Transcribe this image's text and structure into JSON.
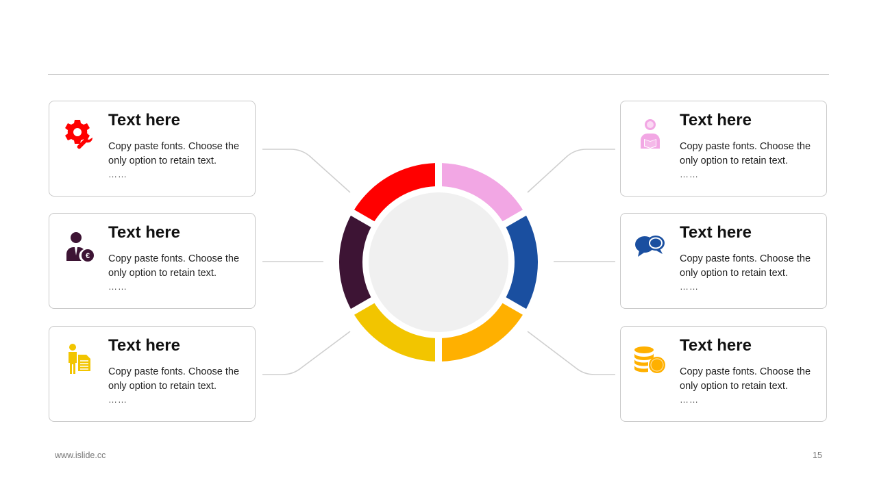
{
  "colors": {
    "red": "#ff0000",
    "pink": "#f2a7e4",
    "blue": "#1a4fa0",
    "orange": "#ffb000",
    "yellow": "#f2c500",
    "plum": "#3d1434",
    "center": "#f0f0f0",
    "line": "#cfcfcf"
  },
  "segments": [
    {
      "id": "red",
      "color": "#ff0000"
    },
    {
      "id": "pink",
      "color": "#f2a7e4"
    },
    {
      "id": "blue",
      "color": "#1a4fa0"
    },
    {
      "id": "orange",
      "color": "#ffb000"
    },
    {
      "id": "yellow",
      "color": "#f2c500"
    },
    {
      "id": "plum",
      "color": "#3d1434"
    }
  ],
  "cards": [
    {
      "title": "Text here",
      "body": "Copy paste fonts. Choose the only option to retain text.",
      "dots": "……",
      "icon": "gear-wrench-icon",
      "color": "#ff0000"
    },
    {
      "title": "Text here",
      "body": "Copy paste fonts. Choose the only option to retain text.",
      "dots": "……",
      "icon": "businessman-euro-icon",
      "color": "#3d1434"
    },
    {
      "title": "Text here",
      "body": "Copy paste fonts. Choose the only option to retain text.",
      "dots": "……",
      "icon": "person-document-icon",
      "color": "#f2c500"
    },
    {
      "title": "Text here",
      "body": "Copy paste fonts. Choose the only option to retain text.",
      "dots": "……",
      "icon": "person-reading-icon",
      "color": "#f2a7e4"
    },
    {
      "title": "Text here",
      "body": "Copy paste fonts. Choose the only option to retain text.",
      "dots": "……",
      "icon": "speech-bubbles-icon",
      "color": "#1a4fa0"
    },
    {
      "title": "Text here",
      "body": "Copy paste fonts. Choose the only option to retain text.",
      "dots": "……",
      "icon": "coins-icon",
      "color": "#ffb000"
    }
  ],
  "footer": {
    "website": "www.islide.cc",
    "page_number": "15"
  }
}
